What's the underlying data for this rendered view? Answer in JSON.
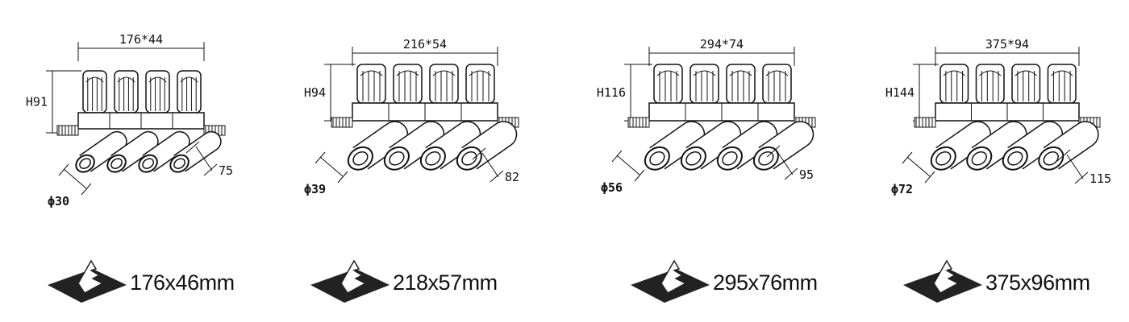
{
  "colors": {
    "line": "#111111",
    "shade": "#222222",
    "background": "#ffffff"
  },
  "products": [
    {
      "overall": "176*44",
      "height": "H91",
      "diameter": "ϕ30",
      "tilt_length": "75",
      "cut_out": "176x46mm"
    },
    {
      "overall": "216*54",
      "height": "H94",
      "diameter": "ϕ39",
      "tilt_length": "82",
      "cut_out": "218x57mm"
    },
    {
      "overall": "294*74",
      "height": "H116",
      "diameter": "ϕ56",
      "tilt_length": "95",
      "cut_out": "295x76mm"
    },
    {
      "overall": "375*94",
      "height": "H144",
      "diameter": "ϕ72",
      "tilt_length": "115",
      "cut_out": "375x96mm"
    }
  ],
  "icons": {
    "cut_out": "ceiling-cut-out-icon",
    "fixture": "four-head-spotlight-drawing"
  }
}
